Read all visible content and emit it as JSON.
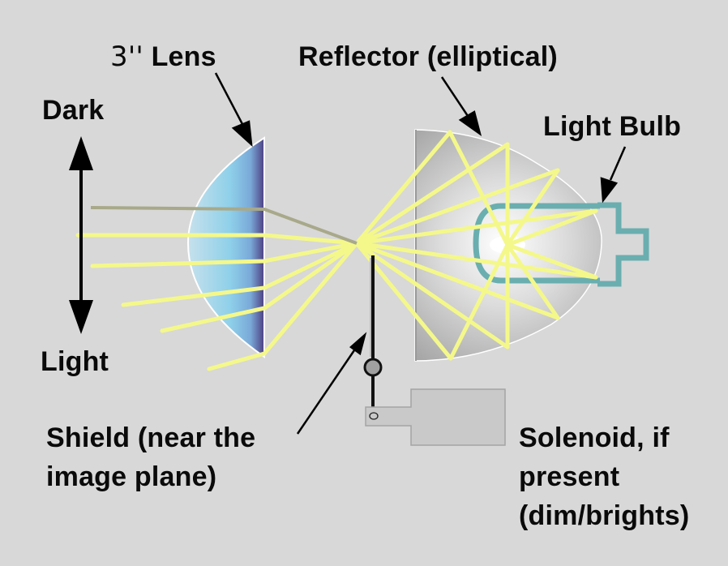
{
  "title": "Projector headlight optics",
  "labels": {
    "lens_size": "3''",
    "lens": "Lens",
    "reflector": "Reflector (elliptical)",
    "light_bulb": "Light Bulb",
    "dark": "Dark",
    "light": "Light",
    "shield_line1": "Shield (near the",
    "shield_line2": "image plane)",
    "solenoid_line1": "Solenoid, if",
    "solenoid_line2": "present",
    "solenoid_line3": "(dim/brights)"
  },
  "colors": {
    "background": "#d8d8d8",
    "ray": "#f4f88a",
    "bulb": "#6aaeb0",
    "lens_light": "#9fd3ea",
    "lens_dark": "#4a3f80",
    "text": "#0a0a0a"
  }
}
